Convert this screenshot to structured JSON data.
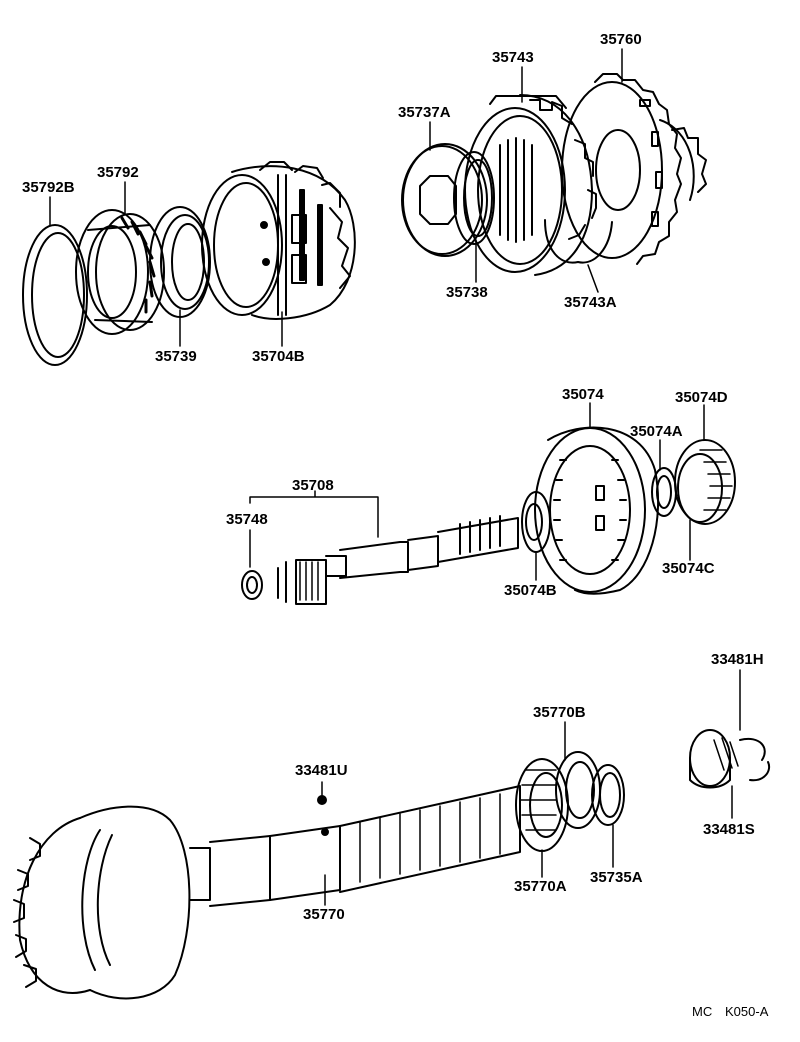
{
  "diagram": {
    "part_numbers": {
      "p35792B": "35792B",
      "p35792": "35792",
      "p35739": "35739",
      "p35704B": "35704B",
      "p35737A": "35737A",
      "p35743": "35743",
      "p35760": "35760",
      "p35738": "35738",
      "p35743A": "35743A",
      "p35708": "35708",
      "p35748": "35748",
      "p35074": "35074",
      "p35074D": "35074D",
      "p35074A": "35074A",
      "p35074B": "35074B",
      "p35074C": "35074C",
      "p33481H": "33481H",
      "p35770B": "35770B",
      "p33481U": "33481U",
      "p33481S": "33481S",
      "p35770": "35770",
      "p35770A": "35770A",
      "p35735A": "35735A"
    },
    "footer": {
      "code_prefix": "MC",
      "code": "K050-A"
    }
  }
}
